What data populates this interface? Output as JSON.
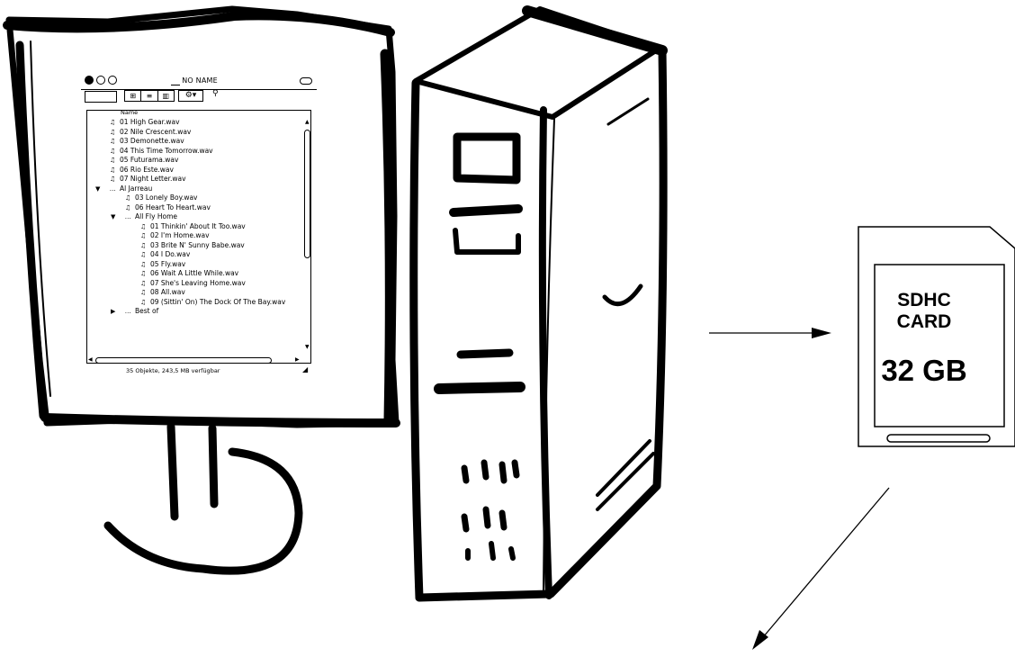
{
  "finder_window": {
    "title": "NO NAME",
    "column_header": "Name",
    "view_buttons": [
      "⊞",
      "≡",
      "▥"
    ],
    "action_button": "⚙▾",
    "search_glyph": "⚲",
    "rows": [
      {
        "indent": 0,
        "kind": "file",
        "name": "01 High Gear.wav"
      },
      {
        "indent": 0,
        "kind": "file",
        "name": "02 Nile Crescent.wav"
      },
      {
        "indent": 0,
        "kind": "file",
        "name": "03 Demonette.wav"
      },
      {
        "indent": 0,
        "kind": "file",
        "name": "04 This Time Tomorrow.wav"
      },
      {
        "indent": 0,
        "kind": "file",
        "name": "05 Futurama.wav"
      },
      {
        "indent": 0,
        "kind": "file",
        "name": "06 Rio Este.wav"
      },
      {
        "indent": 0,
        "kind": "file",
        "name": "07 Night Letter.wav"
      },
      {
        "indent": 0,
        "kind": "folder-open",
        "name": "Al Jarreau"
      },
      {
        "indent": 1,
        "kind": "file",
        "name": "03 Lonely Boy.wav"
      },
      {
        "indent": 1,
        "kind": "file",
        "name": "06 Heart To Heart.wav"
      },
      {
        "indent": 1,
        "kind": "folder-open",
        "name": "All Fly Home"
      },
      {
        "indent": 2,
        "kind": "file",
        "name": "01 Thinkin' About It Too.wav"
      },
      {
        "indent": 2,
        "kind": "file",
        "name": "02 I'm Home.wav"
      },
      {
        "indent": 2,
        "kind": "file",
        "name": "03 Brite N' Sunny Babe.wav"
      },
      {
        "indent": 2,
        "kind": "file",
        "name": "04 I Do.wav"
      },
      {
        "indent": 2,
        "kind": "file",
        "name": "05 Fly.wav"
      },
      {
        "indent": 2,
        "kind": "file",
        "name": "06 Wait A Little While.wav"
      },
      {
        "indent": 2,
        "kind": "file",
        "name": "07 She's Leaving Home.wav"
      },
      {
        "indent": 2,
        "kind": "file",
        "name": "08 All.wav"
      },
      {
        "indent": 2,
        "kind": "file",
        "name": "09 (Sittin' On) The Dock Of The Bay.wav"
      },
      {
        "indent": 1,
        "kind": "folder-closed",
        "name": "Best of"
      }
    ],
    "status": "35 Objekte, 243,5 MB verfügbar"
  },
  "sd_card": {
    "line1": "SDHC",
    "line2": "CARD",
    "capacity": "32 GB"
  },
  "icons": {
    "file": "music-note-icon",
    "folder": "folder-icon",
    "disclosure_open": "▼",
    "disclosure_closed": "▶"
  }
}
